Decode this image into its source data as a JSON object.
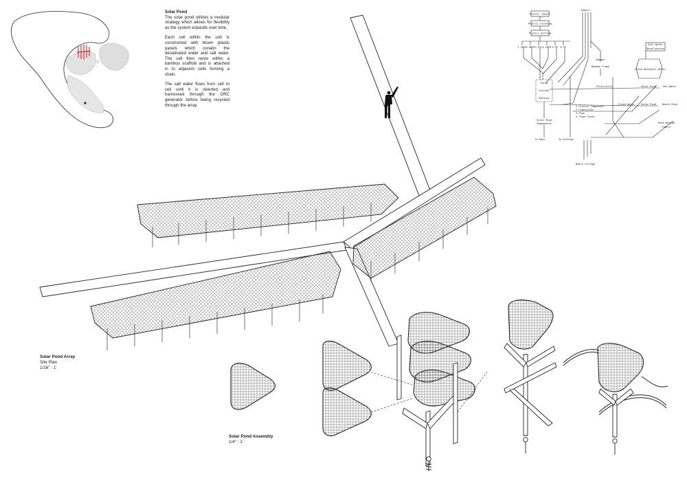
{
  "description": {
    "title": "Solar Pond",
    "paragraphs": [
      "The solar pond utilizes a modular strategy which allows for flexibility as the system expands over time.",
      "Each cell within the unit is constructed with blown plastic panels which conatin the desalinated water and salt water. The cell then nests within a bamboo scaffold and is attached in to adjacent cells forming a chain.",
      "The salt water flows from cell to cell until it is diverted and harnessed through the ORC generator before being recycled through the array."
    ]
  },
  "array_label": {
    "title": "Solar Pond Array",
    "subtitle": "Site Plan",
    "scale": "1/16\" : 1'"
  },
  "assembly_label": {
    "title": "Solar Pond Assembly",
    "scale": "1/4\" : 1'"
  },
  "flow_diagram": {
    "nodes": {
      "plastic_import": "Plastic Import",
      "plastic_cleaning": "Plastic Cleaning",
      "plastic_sorting": "Plastic Sorting",
      "import": "Import",
      "types": [
        "1 LDPE",
        "2 HDPE",
        "3 PVC",
        "4 LDPE",
        "5 PP",
        "6 PS"
      ],
      "shred": "Shred",
      "extrude": "Extrude",
      "molding": "Molding",
      "bamboo": "Bamboo",
      "components": "Components",
      "pond_comp": "Solar Pond",
      "hot_water": "Hot Water",
      "salt_water": "Salt Water",
      "fresh_water": "Fresh Water",
      "fresh_water2": "Fresh Water",
      "solar_pond": "Solar Pond",
      "solar_pond2": "Solar Pond",
      "electricity": "Electricity",
      "to_rain": "To Rain",
      "to_ecology": "To Ecology",
      "waste_village": "Waste Village",
      "salt_water_top": "Salt Water",
      "desalination": "Desalination",
      "list": [
        "1 Plastic Component",
        "2 Fiberglass",
        "3 Pipe",
        "4 Fiber Panel"
      ],
      "waste_pond": "Waste Pond",
      "bamboo_frame": "Bamboo Frame",
      "pond_bottom": "Pond Bottom",
      "fabric": "Fabric"
    }
  }
}
